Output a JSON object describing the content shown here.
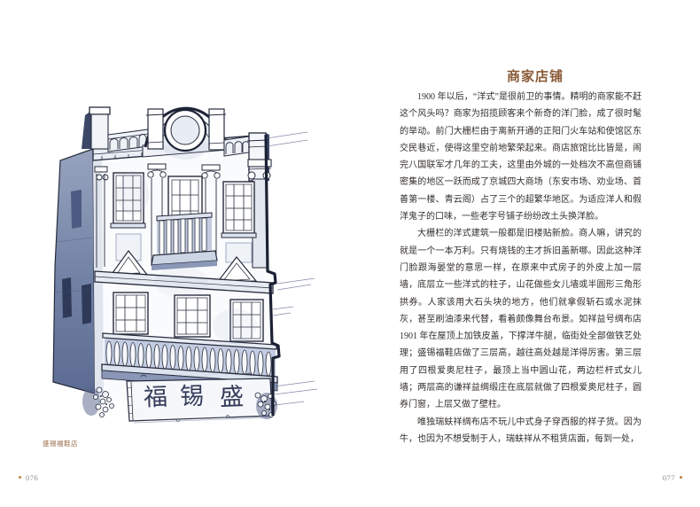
{
  "page_left": {
    "illustration": {
      "sign_chars": [
        "福",
        "锡",
        "盛"
      ],
      "caption": "盛锡福鞋店",
      "ink_color": "#262b3d",
      "wash_color": "#8e9cba"
    },
    "page_number": "076"
  },
  "page_right": {
    "heading": "商家店铺",
    "heading_color": "#8a5a36",
    "paragraphs": [
      "1900 年以后，“洋式”是很前卫的事情。精明的商家能不赶这个风头吗？商家为招揽顾客来个新奇的洋门脸，成了很时髦的举动。前门大栅栏由于离新开通的正阳门火车站和使馆区东交民巷近，使得这里空前地繁荣起来。商店旅馆比比皆是，闹完八国联军才几年的工夫，这里由外城的一处档次不高但商铺密集的地区一跃而成了京城四大商场（东安市场、劝业场、首善第一楼、青云阁）占了三个的超繁华地区。为适应洋人和假洋鬼子的口味，一些老字号铺子纷纷改土头换洋脸。",
      "大栅栏的洋式建筑一般都是旧楼贴新脸。商人嘛，讲究的就是一个一本万利。只有烧钱的主才拆旧盖新哪。因此这种洋门脸跟海晏堂的意思一样，在原来中式房子的外皮上加一层墙，底层立一些洋式的柱子，山花做些女儿墙或半圆形三角形拱券。人家该用大石头块的地方，他们就拿假斩石或水泥抹灰，甚至刷油漆来代替，看着颇像舞台布景。如祥益号绸布店 1901 年在屋顶上加铁皮盖，下撑洋牛腿，临街处全部做铁艺处理；盛锡福鞋店做了三层高，越往高处越是洋得厉害。第三层用了四根爱奥尼柱子，最顶上当中圆山花，两边栏杆式女儿墙；两层高的谦祥益绸缎庄在底层就做了四根爱奥尼柱子，圆券门窗，上层又做了壁柱。",
      "唯独瑞蚨祥绸布店不玩儿中式身子穿西服的样子货。因为牛，也因为不想受制于人，瑞蚨祥从不租赁店面，每到一处，"
    ],
    "page_number": "077"
  }
}
